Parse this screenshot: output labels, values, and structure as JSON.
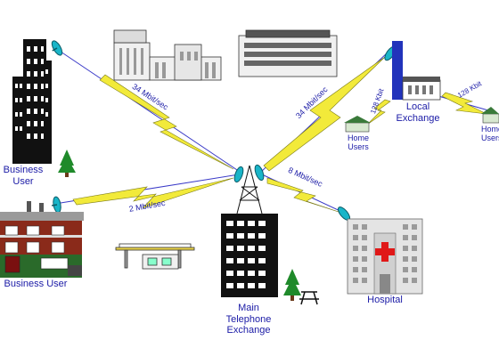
{
  "diagram": {
    "nodes": {
      "business_user_top": "Business\nUser",
      "business_user_house": "Business User",
      "main_exchange": "Main\nTelephone\nExchange",
      "hospital": "Hospital",
      "local_exchange": "Local\nExchange",
      "home_users_left": "Home\nUsers",
      "home_users_right": "Home\nUsers"
    },
    "links": {
      "top_business": "34 Mbit/sec",
      "house_business": "2 Mbit/sec",
      "local_exchange": "34 Mbit/sec",
      "hospital": "8 Mbit/sec",
      "home_left": "128 Kbit",
      "home_right": "128 Kbit"
    },
    "colors": {
      "label": "#1a1aa6",
      "link_line": "#3a3ac8",
      "lightning": "#f2ea3a",
      "dish": "#19b5c8",
      "building_dark": "#111111",
      "tree": "#1f8a2a",
      "cross": "#e01818"
    },
    "icons": [
      "satellite-dish-icon",
      "lightning-bolt-icon",
      "tree-icon",
      "picnic-table-icon"
    ]
  }
}
